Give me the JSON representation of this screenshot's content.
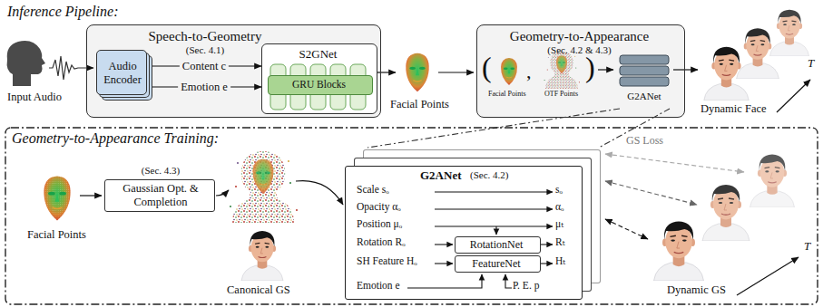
{
  "diagram": {
    "nodes": [
      {
        "text": [
          "Speech-to-Geometry",
          "(Sec. 4.1)"
        ]
      },
      {
        "text": [
          "Audio Encoder"
        ],
        "in": 0
      },
      {
        "text": [
          "S2GNet"
        ],
        "in": 0
      },
      {
        "text": [
          "GRU Blocks"
        ],
        "in": 2
      },
      {
        "text": [
          "Geometry-to-Appearance",
          "(Sec. 4.2 & 4.3)"
        ]
      },
      {
        "text": [
          "G2ANet"
        ],
        "in": 4
      },
      {
        "text": [
          "Geometry-to-Appearance Training:"
        ]
      },
      {
        "text": [
          "(Sec. 4.3)",
          "Gaussian Opt. & Completion"
        ],
        "in": 6
      },
      {
        "text": [
          "G2ANet",
          "(Sec. 4.2)"
        ],
        "in": 6
      },
      {
        "text": [
          "RotationNet"
        ],
        "in": 8
      },
      {
        "text": [
          "FeatureNet"
        ],
        "in": 8
      }
    ],
    "edges": [
      {
        "from": 1,
        "to": 2,
        "arrow": "to",
        "label": "Content c"
      },
      {
        "from": 1,
        "to": 2,
        "arrow": "to",
        "label": "Emotion e"
      }
    ],
    "labels": [
      "Inference Pipeline:",
      "Input Audio",
      "Facial Points",
      "(",
      "Facial Points",
      ",",
      "OTF Points",
      ")",
      "Dynamic Face",
      "T",
      "Facial Points",
      "Canonical GS",
      "Scale sₒ",
      "Opacity αₒ",
      "Position μₒ",
      "Rotation Rₒ",
      "SH Feature Hₒ",
      "Emotion e",
      "P. E. p",
      "sₒ",
      "αₒ",
      "μₜ",
      "Rₜ",
      "Hₜ",
      "GS Loss",
      "Dynamic GS",
      "T"
    ]
  }
}
